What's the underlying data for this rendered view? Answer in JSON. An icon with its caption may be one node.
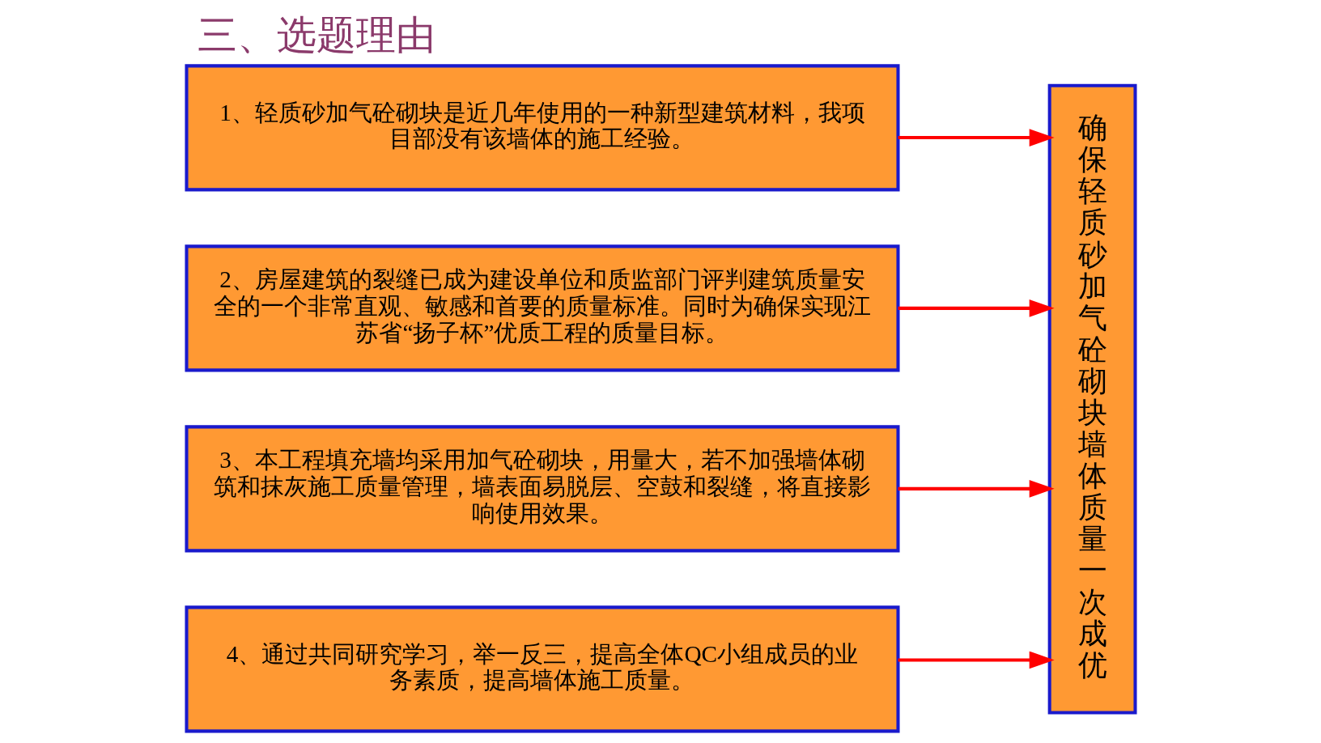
{
  "diagram": {
    "title": "三、选题理由",
    "nodes": [
      {
        "text": [
          "1、轻质砂加气砼砌块是近几年使用的一种新型建筑材料，我项目部没有该墙体的施工经验。"
        ]
      },
      {
        "text": [
          "2、房屋建筑的裂缝已成为建设单位和质监部门评判建筑质量安全的一个非常直观、敏感和首要的质量标准。同时为确保实现江苏省“扬子杯”优质工程的质量目标。"
        ]
      },
      {
        "text": [
          "3、本工程填充墙均采用加气砼砌块，用量大，若不加强墙体砌筑和抹灰施工质量管理，墙表面易脱层、空鼓和裂缝，将直接影响使用效果。"
        ]
      },
      {
        "text": [
          "4、通过共同研究学习，举一反三，提高全体QC小组成员的业务素质，提高墙体施工质量。"
        ]
      },
      {
        "text": [
          "确保轻质砂加气砼砌块墙体质量一次成优"
        ]
      }
    ],
    "edges": [
      {
        "from": 0,
        "to": 4,
        "arrow": "to",
        "color": "#ff0000"
      },
      {
        "from": 1,
        "to": 4,
        "arrow": "to",
        "color": "#ff0000"
      },
      {
        "from": 2,
        "to": 4,
        "arrow": "to",
        "color": "#ff0000"
      },
      {
        "from": 3,
        "to": 4,
        "arrow": "to",
        "color": "#ff0000"
      }
    ]
  }
}
